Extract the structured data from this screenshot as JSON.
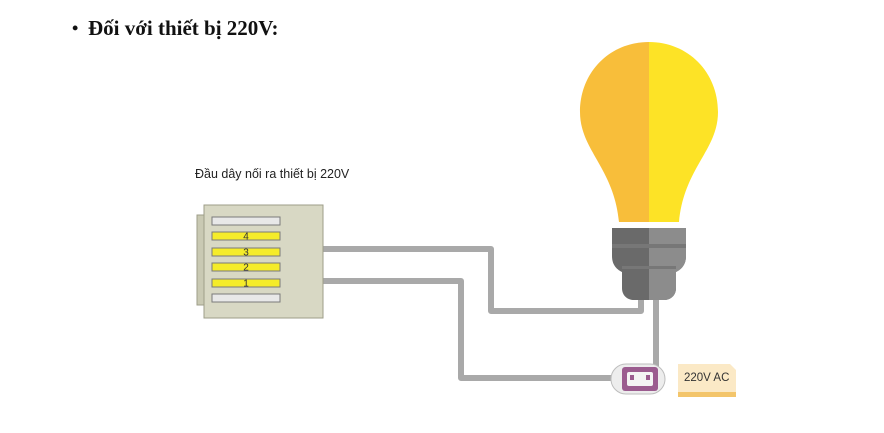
{
  "heading": {
    "bullet": "•",
    "text": "Đối với thiết bị 220V:"
  },
  "diagram": {
    "terminal_caption": "Đầu dây nối ra thiết bị 220V",
    "terminal_pins": [
      "4",
      "3",
      "2",
      "1"
    ],
    "power_label": "220V AC"
  },
  "colors": {
    "bulb_left": "#F8BE3A",
    "bulb_right": "#FDE326",
    "base_dark": "#666666",
    "base_light": "#8C8C8C",
    "wire": "#A9A9A9",
    "terminal_bg": "#D6D6C2",
    "pin_highlight": "#F5EC2A",
    "plug": "#9B5C8F",
    "label_bg": "#FBE9C6"
  }
}
